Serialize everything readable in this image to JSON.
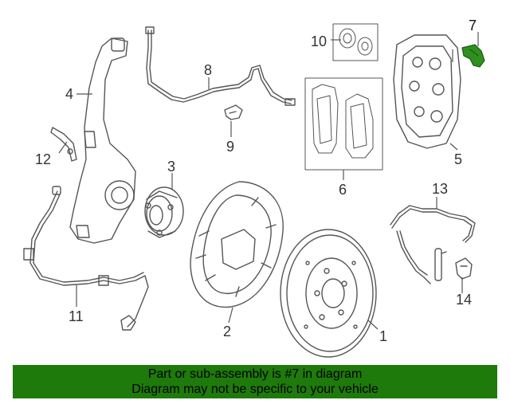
{
  "callouts": {
    "c1": "1",
    "c2": "2",
    "c3": "3",
    "c4": "4",
    "c5": "5",
    "c6": "6",
    "c7": "7",
    "c8": "8",
    "c9": "9",
    "c10": "10",
    "c11": "11",
    "c12": "12",
    "c13": "13",
    "c14": "14"
  },
  "highlight_callout": "7",
  "colors": {
    "banner": "#1e7a0a",
    "highlight_part": "#2f8f1f",
    "line_art": "#555555"
  },
  "banner": {
    "line1": "Part or sub-assembly is #7 in diagram",
    "line2": "Diagram may not be specific to your vehicle"
  }
}
